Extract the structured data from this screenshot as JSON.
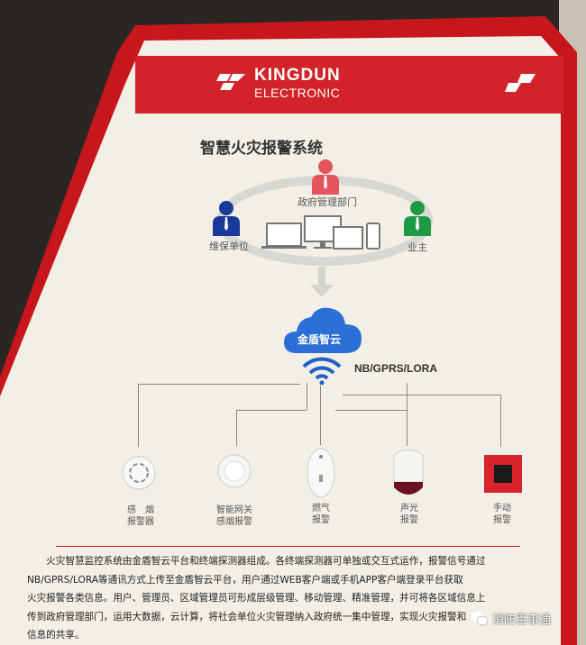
{
  "brand": {
    "name_line1": "KINGDUN",
    "name_line2": "ELECTRONIC"
  },
  "title": "智慧火灾报警系统",
  "roles": [
    {
      "label": "政府管理部门",
      "color": "#e4545c"
    },
    {
      "label": "维保单位",
      "color": "#1a3a9a"
    },
    {
      "label": "业主",
      "color": "#1e9a45"
    }
  ],
  "cloud": {
    "label": "金盾智云",
    "color": "#2c6fd6"
  },
  "protocol": "NB/GPRS/LORA",
  "devices": [
    {
      "line1": "感　烟",
      "line2": "报警器"
    },
    {
      "line1": "智能网关",
      "line2": "感烟报警"
    },
    {
      "line1": "燃气",
      "line2": "报警"
    },
    {
      "line1": "声光",
      "line2": "报警"
    },
    {
      "line1": "手动",
      "line2": "报警"
    }
  ],
  "description": [
    "　　火灾智慧监控系统由金盾智云平台和终端探测器组成。各终端探测器可单独或交互式运作，报警信号通过",
    "NB/GPRS/LORA等通讯方式上传至金盾智云平台，用户通过WEB客户端或手机APP客户端登录平台获取",
    "火灾报警各类信息。用户、管理员、区域管理员可形成层级管理、移动管理、精准管理，并可将各区域信息上",
    "传到政府管理部门，运用大数据，云计算，将社会单位火灾管理纳入政府统一集中管理，实现火灾报警和",
    "信息的共享。"
  ],
  "watermark": "消防百事通"
}
